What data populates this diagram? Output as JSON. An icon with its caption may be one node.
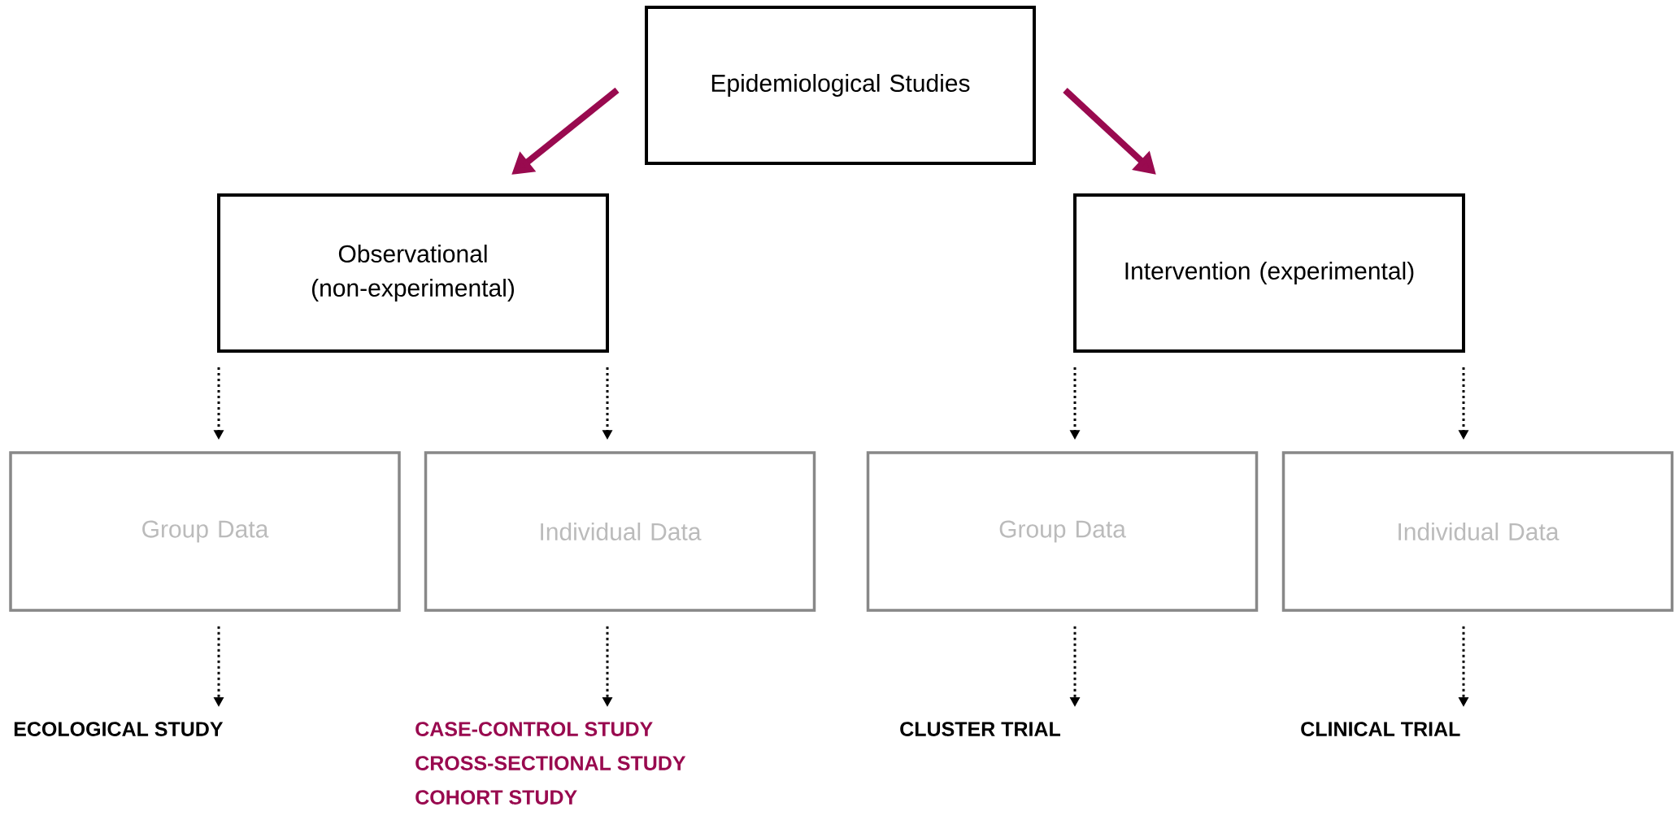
{
  "diagram": {
    "nodes": [
      {
        "text": [
          "Epidemiological Studies"
        ]
      },
      {
        "text": [
          "Observational (non-experimental)"
        ]
      },
      {
        "text": [
          "Intervention (experimental)"
        ]
      },
      {
        "text": [
          "Group Data"
        ]
      },
      {
        "text": [
          "Individual Data"
        ]
      },
      {
        "text": [
          "Group Data"
        ]
      },
      {
        "text": [
          "Individual Data"
        ]
      },
      {
        "text": [
          "ECOLOGICAL STUDY"
        ]
      },
      {
        "text": [
          "CASE-CONTROL STUDY",
          "CROSS-SECTIONAL STUDY",
          "COHORT STUDY"
        ]
      },
      {
        "text": [
          "CLUSTER TRIAL"
        ]
      },
      {
        "text": [
          "CLINICAL TRIAL"
        ]
      }
    ],
    "edges": [
      {
        "from": 0,
        "to": 1,
        "arrow": "to",
        "style": "thick",
        "color": "#990a4f"
      },
      {
        "from": 0,
        "to": 2,
        "arrow": "to",
        "style": "thick",
        "color": "#990a4f"
      },
      {
        "from": 1,
        "to": 3,
        "arrow": "to",
        "style": "dashed"
      },
      {
        "from": 1,
        "to": 4,
        "arrow": "to",
        "style": "dashed"
      },
      {
        "from": 2,
        "to": 5,
        "arrow": "to",
        "style": "dashed"
      },
      {
        "from": 2,
        "to": 6,
        "arrow": "to",
        "style": "dashed"
      },
      {
        "from": 3,
        "to": 7,
        "arrow": "to",
        "style": "dashed"
      },
      {
        "from": 4,
        "to": 8,
        "arrow": "to",
        "style": "dashed"
      },
      {
        "from": 5,
        "to": 9,
        "arrow": "to",
        "style": "dashed"
      },
      {
        "from": 6,
        "to": 10,
        "arrow": "to",
        "style": "dashed"
      }
    ]
  }
}
